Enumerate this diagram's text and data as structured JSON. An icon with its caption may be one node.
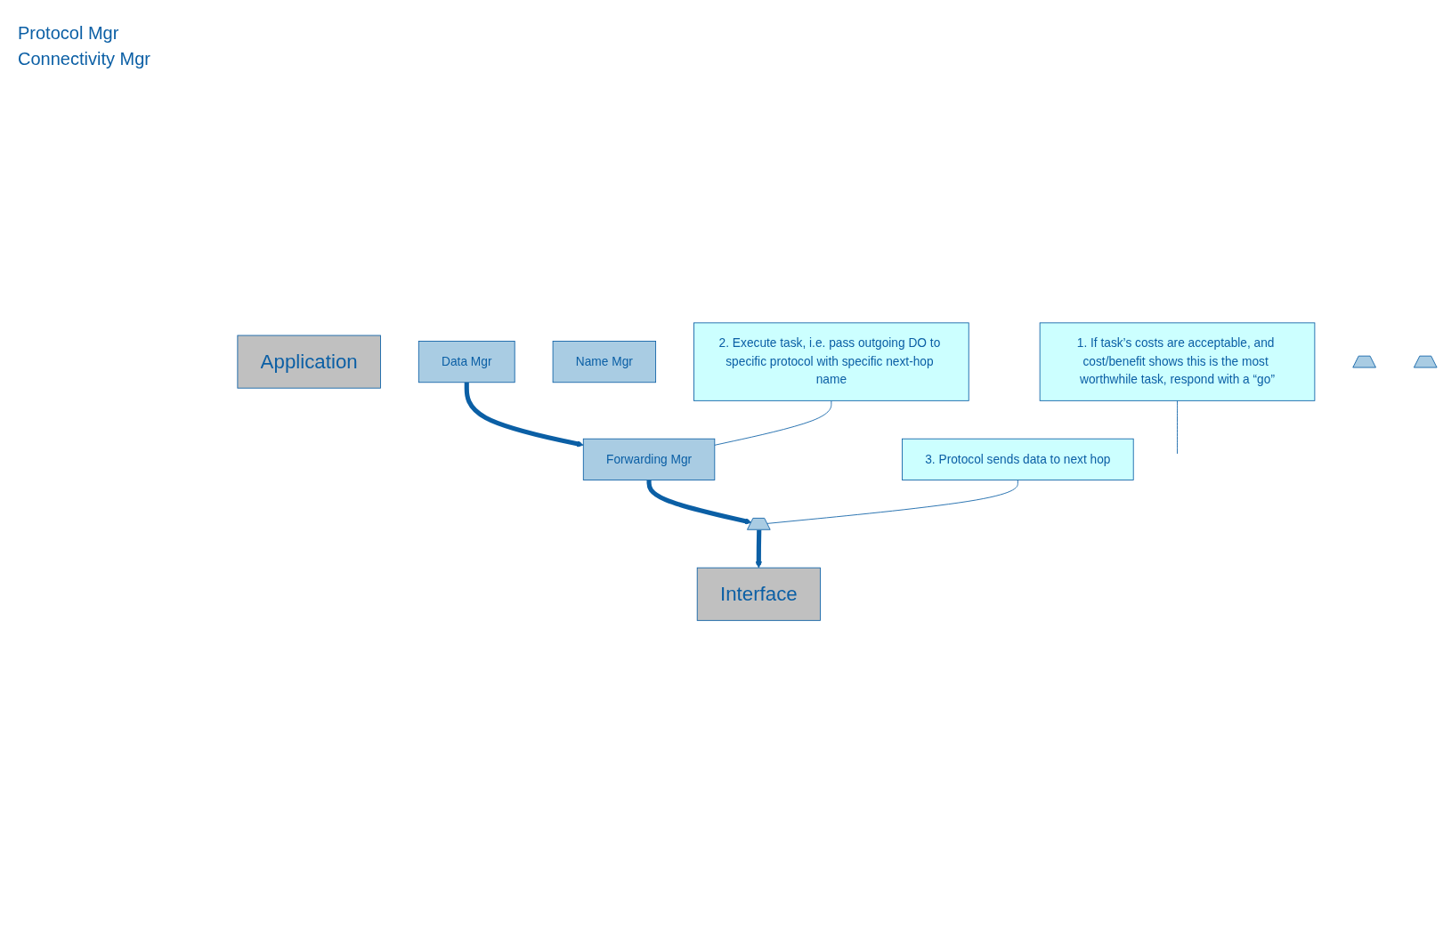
{
  "diagram": {
    "nodes": [
      {
        "text": [
          "Application"
        ]
      },
      {
        "text": [
          "2. Execute task, i.e. pass outgoing DO to specific protocol with specific next-hop name"
        ]
      },
      {
        "text": [
          "Name Mgr"
        ]
      },
      {
        "text": [
          "1. If task’s costs are acceptable, and cost/benefit shows this is the most worthwhile task, respond with a “go”"
        ]
      },
      {
        "text": [
          "Forwarding Mgr"
        ]
      },
      {
        "text": [
          "Data Mgr"
        ]
      },
      {
        "text": [],
        "shape": "box"
      },
      {
        "text": [],
        "shape": "box"
      },
      {
        "text": [],
        "shape": "box"
      },
      {
        "text": [
          "3. Protocol sends data to next hop"
        ]
      },
      {
        "text": [
          "Interface"
        ]
      }
    ],
    "edges": [
      {
        "from": 5,
        "to": 4,
        "arrow": "to",
        "style": "thick"
      },
      {
        "from": 4,
        "to": 7,
        "arrow": "to",
        "style": "thick"
      },
      {
        "from": 7,
        "to": 10,
        "arrow": "to",
        "style": "thick"
      },
      {
        "from": 1,
        "to": 4,
        "arrow": "none"
      },
      {
        "from": 3,
        "to": null,
        "arrow": "none"
      },
      {
        "from": 9,
        "to": 7,
        "arrow": "none"
      }
    ],
    "labels": [
      "Protocol Mgr",
      "Connectivity Mgr"
    ]
  }
}
